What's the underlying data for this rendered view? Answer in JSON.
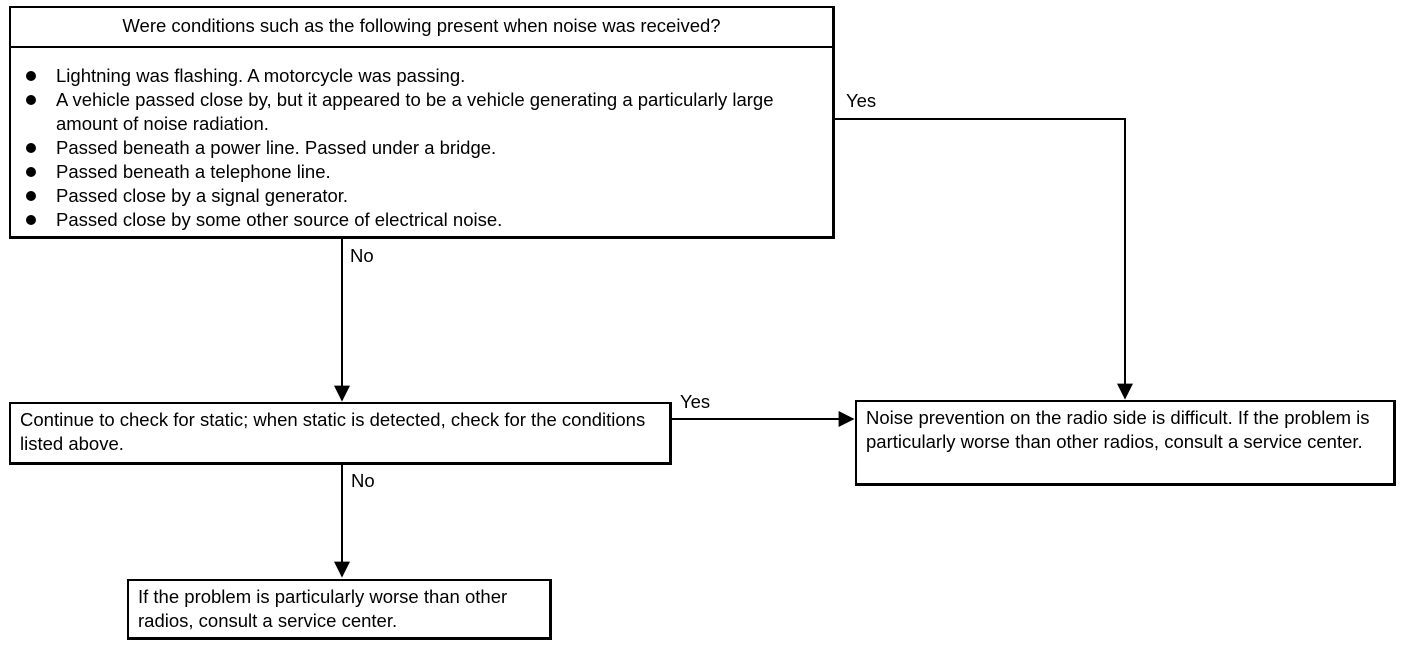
{
  "question_box": {
    "title": "Were conditions such as the following present when noise was received?",
    "items": [
      "Lightning was flashing. A motorcycle was passing.",
      "A vehicle passed close by, but it appeared to be a vehicle generating a particularly large amount of noise radiation.",
      "Passed beneath a power line. Passed under a bridge.",
      "Passed beneath a telephone line.",
      "Passed close by a signal generator.",
      "Passed close by some other source of electrical noise."
    ]
  },
  "continue_box": {
    "text": "Continue to check for static; when static is detected, check for the conditions listed above."
  },
  "difficult_box": {
    "text": "Noise prevention on the radio side is difficult. If the problem is particularly worse than other radios, consult a service center."
  },
  "consult_box": {
    "text": "If the problem is particularly worse than other radios, consult a service center."
  },
  "labels": {
    "q_yes": "Yes",
    "q_no": "No",
    "c_yes": "Yes",
    "c_no": "No"
  }
}
